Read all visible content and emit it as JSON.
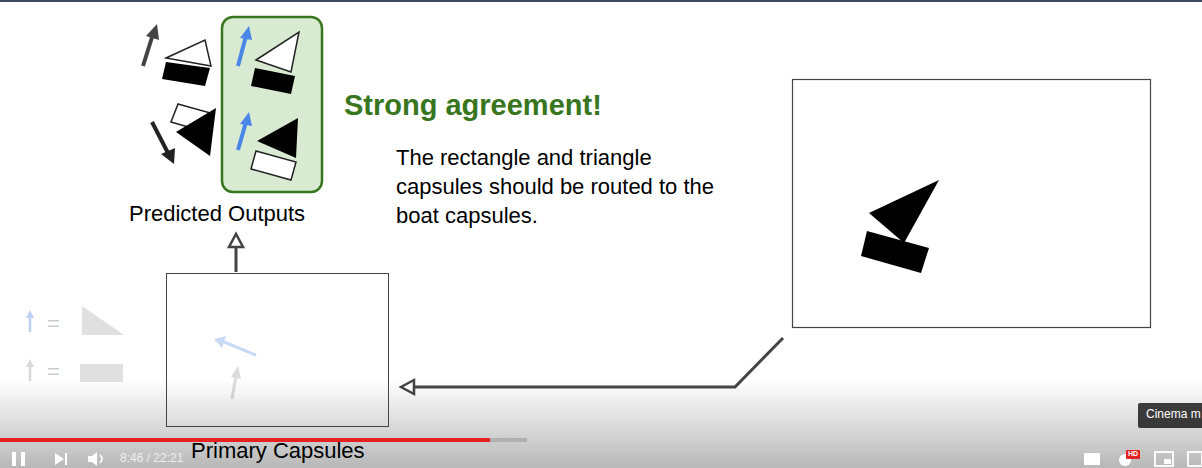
{
  "diagram": {
    "nodes": [
      {
        "text": [
          "Primary Capsules"
        ]
      }
    ],
    "labels": [
      "Strong agreement!",
      "The rectangle and triangle capsules should be routed to the boat capsules.",
      "Predicted Outputs",
      "=",
      "=",
      "8:46 / 22:21",
      "Cinema m",
      "HD"
    ]
  }
}
